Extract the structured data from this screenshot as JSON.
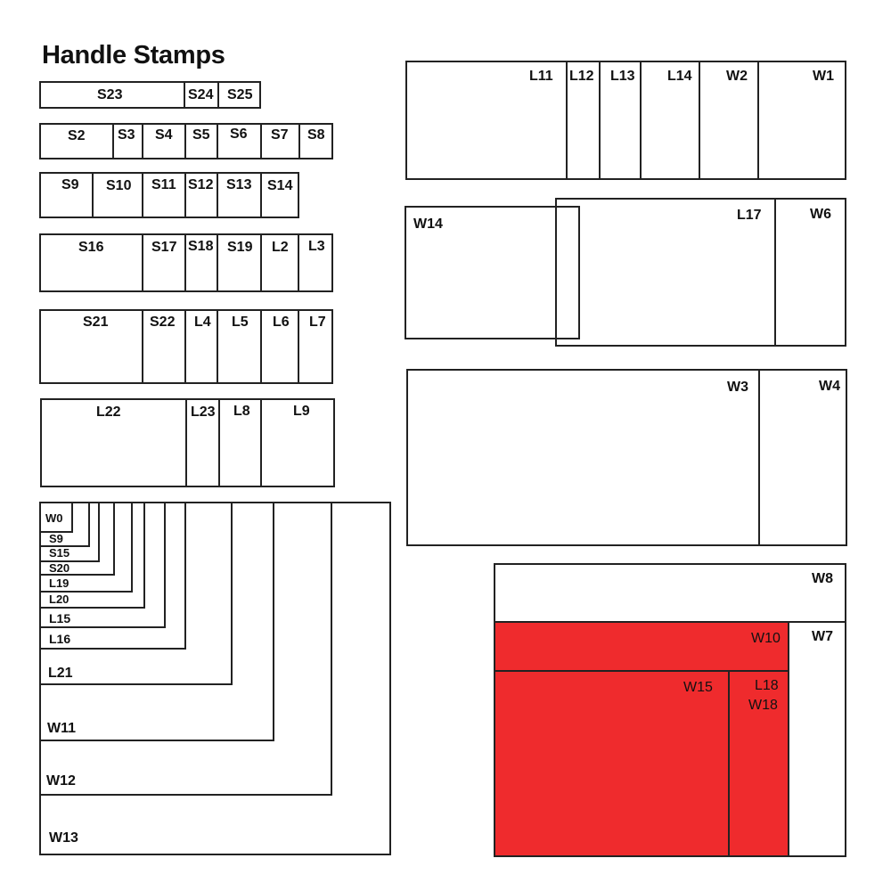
{
  "title": "Handle Stamps",
  "colors": {
    "highlight": "#ef2b2d",
    "stroke": "#222222",
    "background": "#ffffff"
  },
  "rows": {
    "r1": [
      "S23",
      "S24",
      "S25"
    ],
    "r2": [
      "S2",
      "S3",
      "S4",
      "S5",
      "S6",
      "S7",
      "S8"
    ],
    "r3": [
      "S9",
      "S10",
      "S11",
      "S12",
      "S13",
      "S14"
    ],
    "r4": [
      "S16",
      "S17",
      "S18",
      "S19",
      "L2",
      "L3"
    ],
    "r5": [
      "S21",
      "S22",
      "L4",
      "L5",
      "L6",
      "L7"
    ],
    "r6": [
      "L22",
      "L23",
      "L8",
      "L9"
    ]
  },
  "nested": [
    "W0",
    "S9",
    "S15",
    "S20",
    "L19",
    "L20",
    "L15",
    "L16",
    "L21",
    "W11",
    "W12",
    "W13"
  ],
  "right_top": [
    "L11",
    "L12",
    "L13",
    "L14",
    "W2",
    "W1"
  ],
  "overlap": {
    "w14": "W14",
    "l17": "L17",
    "w6": "W6"
  },
  "wide": {
    "w3": "W3",
    "w4": "W4"
  },
  "bottom_right": {
    "w8": "W8",
    "w7": "W7",
    "w10": "W10",
    "w15": "W15",
    "l18": "L18",
    "w18": "W18"
  }
}
